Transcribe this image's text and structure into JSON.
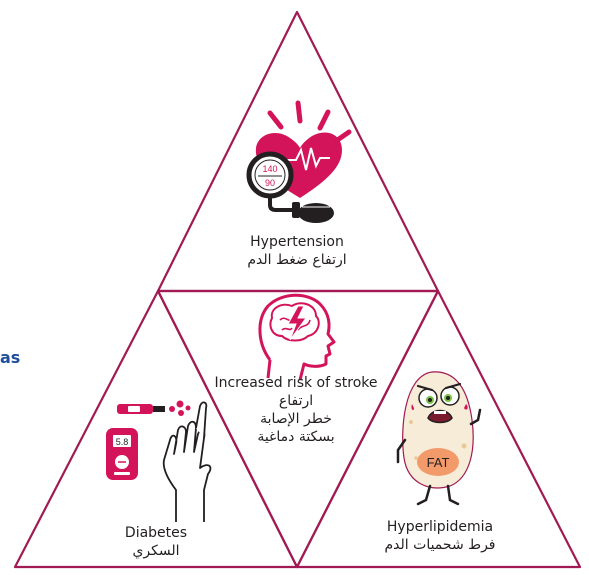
{
  "edge_fragment": "as",
  "colors": {
    "outline": "#a11a53",
    "accent_pink": "#d4145a",
    "dark_icon": "#231f20",
    "fat_orange": "#f39a6b",
    "blob_cream": "#f6ecd7",
    "edge_text_blue": "#1f4e9c"
  },
  "top": {
    "icon": "hypertension-icon",
    "gauge_top": "140",
    "gauge_bottom": "90",
    "label_en": "Hypertension",
    "label_ar": "ارتفاع ضغط الدم"
  },
  "center": {
    "icon": "brain-stroke-icon",
    "label_en": "Increased risk of stroke",
    "label_ar_1": "ارتفاع",
    "label_ar_2": "خطر الإصابة",
    "label_ar_3": "بسكتة دماغية"
  },
  "left": {
    "icon": "glucose-meter-icon",
    "meter_value": "5.8",
    "label_en": "Diabetes",
    "label_ar": "السكري"
  },
  "right": {
    "icon": "fat-cell-icon",
    "fat_text": "FAT",
    "label_en": "Hyperlipidemia",
    "label_ar": "فرط شحميات الدم"
  }
}
